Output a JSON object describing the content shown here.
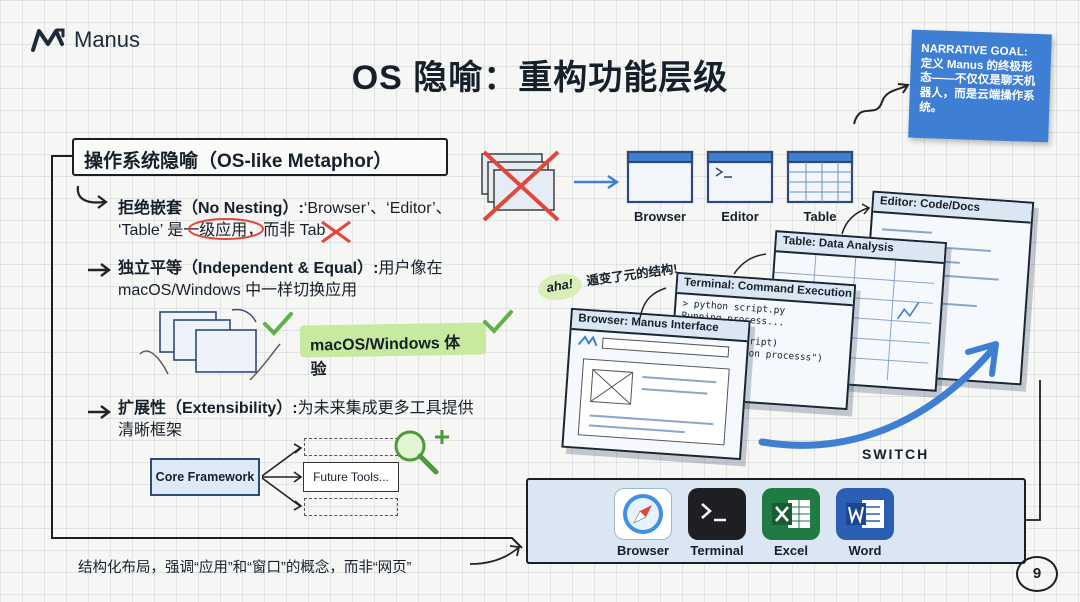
{
  "brand": {
    "name": "Manus"
  },
  "title": "OS 隐喻：重构功能层级",
  "narrative": "NARRATIVE GOAL: 定义 Manus 的终极形态——不仅仅是聊天机器人，而是云端操作系统。",
  "section_title": "操作系统隐喻（OS-like Metaphor）",
  "bullets": [
    {
      "head": "拒绝嵌套（No Nesting）:",
      "line1_rest": "‘Browser’、‘Editor’、",
      "line2": "‘Table’ 是一级应用，而非 Tab"
    },
    {
      "head": "独立平等（Independent & Equal）:",
      "line1_rest": "用户像在",
      "line2": "macOS/Windows 中一样切换应用"
    },
    {
      "head": "扩展性（Extensibility）:",
      "line1_rest": "为未来集成更多工具提供",
      "line2": "清晰框架"
    }
  ],
  "mac_label": "macOS/Windows 体验",
  "core_framework": "Core Framework",
  "future_tools": "Future Tools...",
  "top_apps": [
    "Browser",
    "Editor",
    "Table"
  ],
  "aha": "aha!",
  "aha_note": "遁变了元的结构!",
  "windows": {
    "browser": "Browser: Manus Interface",
    "terminal": "Terminal: Command Execution",
    "terminal_lines": "> python script.py\nRunning process...",
    "terminal_lines_2": "script)\ntion processs\")",
    "table": "Table: Data Analysis",
    "editor": "Editor: Code/Docs"
  },
  "switch": "SWITCH",
  "dock": [
    "Browser",
    "Terminal",
    "Excel",
    "Word"
  ],
  "footer": "结构化布局，强调“应用”和“窗口”的概念，而非“网页”",
  "page": "9",
  "colors": {
    "accent": "#3f7fd3",
    "green": "#5db24a",
    "red": "#e0483d"
  }
}
